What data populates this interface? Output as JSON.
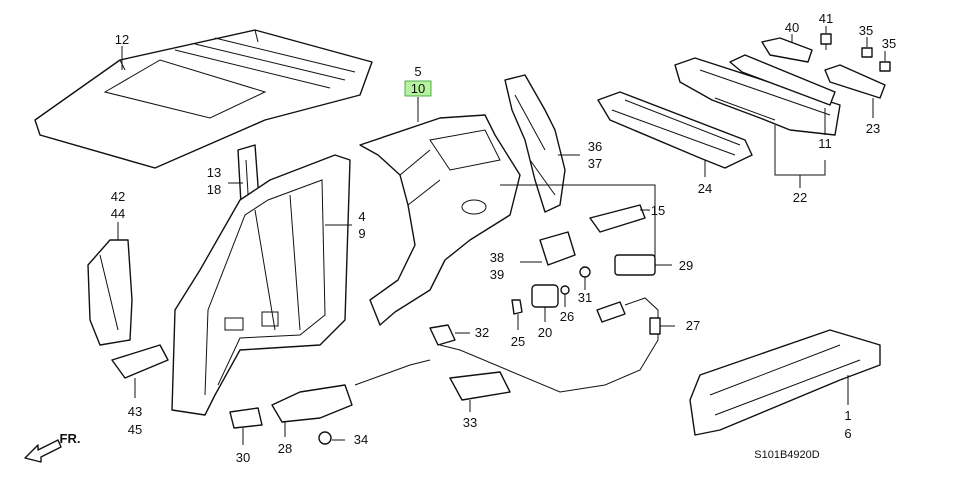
{
  "diagram": {
    "callouts": {
      "c1": "1",
      "c6": "6",
      "c4": "4",
      "c9": "9",
      "c5": "5",
      "c10": "10",
      "c11": "11",
      "c12": "12",
      "c13": "13",
      "c18": "18",
      "c15": "15",
      "c20": "20",
      "c22": "22",
      "c23": "23",
      "c24": "24",
      "c25": "25",
      "c26": "26",
      "c27": "27",
      "c28": "28",
      "c29": "29",
      "c30": "30",
      "c31": "31",
      "c32": "32",
      "c33": "33",
      "c34": "34",
      "c35a": "35",
      "c35b": "35",
      "c36": "36",
      "c37": "37",
      "c38": "38",
      "c39": "39",
      "c40": "40",
      "c41": "41",
      "c42": "42",
      "c44": "44",
      "c43": "43",
      "c45": "45"
    },
    "highlighted_callout": "c10",
    "highlight_color": "#b6f2a0",
    "front_arrow_label": "FR.",
    "diagram_code": "S101B4920D"
  }
}
